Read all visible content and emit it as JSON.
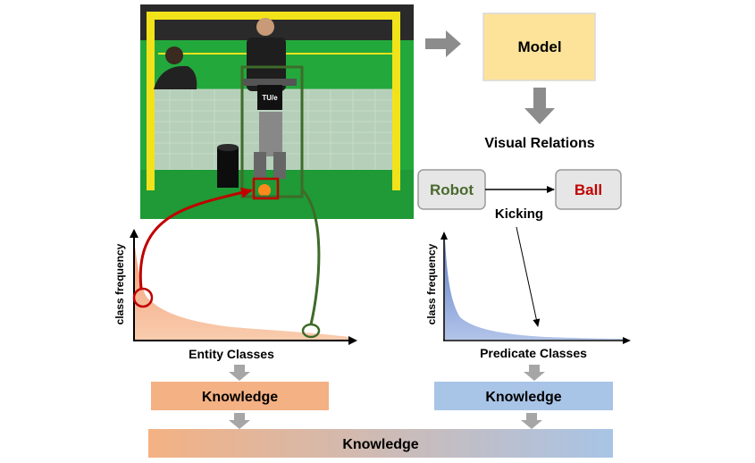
{
  "model": {
    "label": "Model"
  },
  "visual_relations": {
    "title": "Visual Relations",
    "subject": "Robot",
    "object": "Ball",
    "predicate": "Kicking"
  },
  "entity_chart": {
    "ylabel": "class frequency",
    "xlabel": "Entity Classes"
  },
  "predicate_chart": {
    "ylabel": "class frequency",
    "xlabel": "Predicate Classes"
  },
  "knowledge": {
    "entity": "Knowledge",
    "predicate": "Knowledge",
    "combined": "Knowledge"
  },
  "photo": {
    "shirt_text": "TU/e"
  },
  "colors": {
    "model_fill": "#fde39a",
    "node_fill": "#e6e6e6",
    "robot_text": "#4a6a2e",
    "ball_text": "#c00000",
    "entity_fill": "#f4b183",
    "predicate_fill": "#9db3e0",
    "entity_knowledge": "#f4b183",
    "predicate_knowledge": "#a8c4e6",
    "red_arrow": "#c00000",
    "green_arrow": "#3e6b2a",
    "gray_arrow": "#8c8c8c"
  }
}
